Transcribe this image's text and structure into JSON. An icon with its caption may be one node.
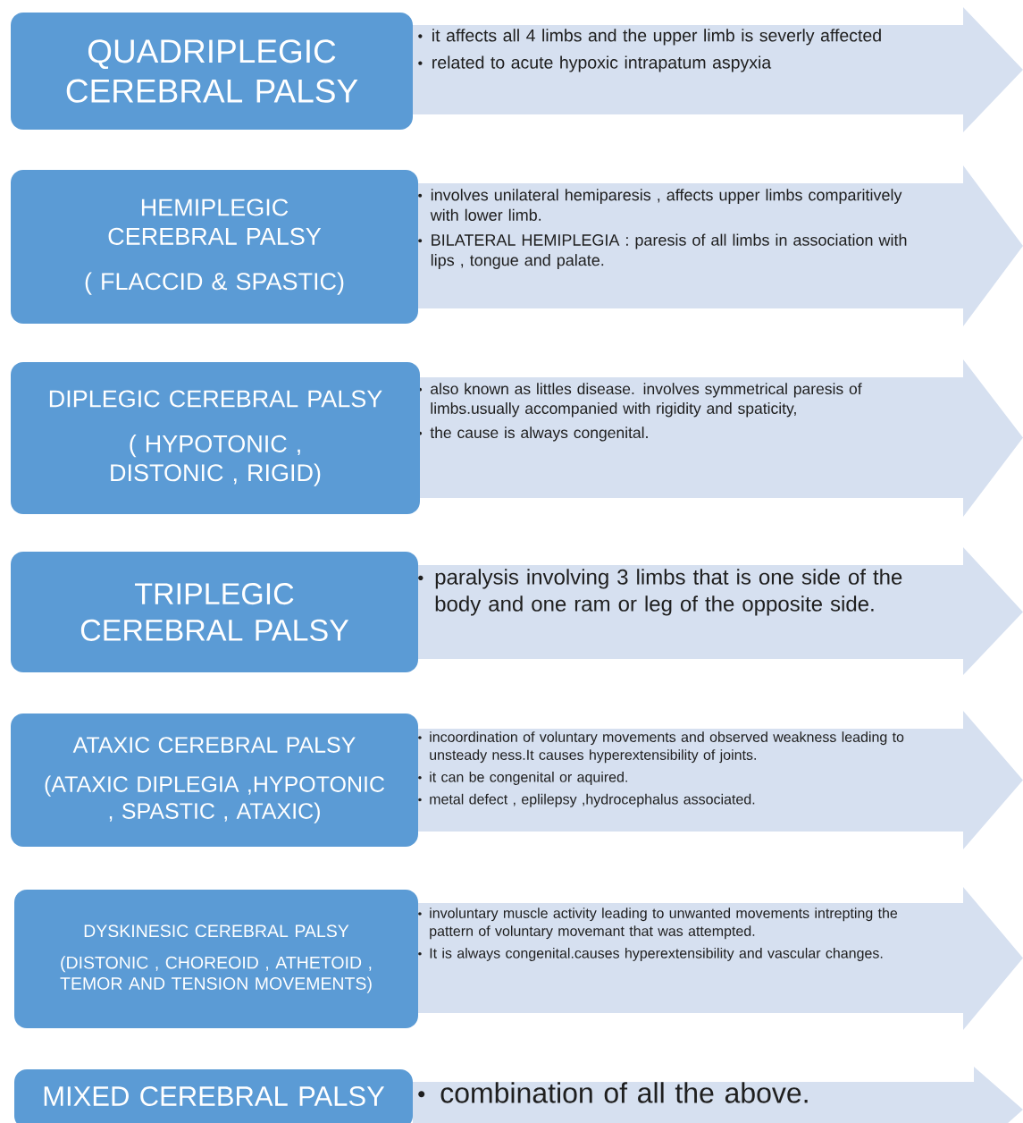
{
  "diagram": {
    "nodes": [
      {
        "text": [
          "QUADRIPLEGIC CEREBRAL PALSY"
        ]
      },
      {
        "text": [
          "it affects all 4 limbs and the upper limb is severly affected",
          "related to acute hypoxic intrapatum aspyxia"
        ]
      },
      {
        "text": [
          "HEMIPLEGIC CEREBRAL PALSY",
          "( FLACCID & SPASTIC)"
        ]
      },
      {
        "text": [
          "involves unilateral hemiparesis , affects upper limbs comparitively with lower limb.",
          "BILATERAL HEMIPLEGIA : paresis of all limbs in association with lips , tongue and palate."
        ]
      },
      {
        "text": [
          "DIPLEGIC CEREBRAL PALSY",
          "( HYPOTONIC , DISTONIC , RIGID)"
        ]
      },
      {
        "text": [
          "also known as littles disease. involves symmetrical paresis of limbs.usually accompanied with rigidity and spaticity,",
          "the cause is always congenital."
        ]
      },
      {
        "text": [
          "TRIPLEGIC CEREBRAL PALSY"
        ]
      },
      {
        "text": [
          "paralysis involving 3 limbs that is one side of the body and one ram or leg of the opposite side."
        ]
      },
      {
        "text": [
          "ATAXIC CEREBRAL PALSY",
          "(ATAXIC DIPLEGIA ,HYPOTONIC , SPASTIC , ATAXIC)"
        ]
      },
      {
        "text": [
          "incoordination of voluntary movements and observed weakness leading to unsteady ness.It causes hyperextensibility of joints.",
          "it can be congenital or aquired.",
          "metal defect , eplilepsy ,hydrocephalus associated."
        ]
      },
      {
        "text": [
          "DYSKINESIC CEREBRAL PALSY",
          "(DISTONIC , CHOREOID , ATHETOID , TEMOR AND TENSION MOVEMENTS)"
        ]
      },
      {
        "text": [
          "involuntary muscle activity  leading to unwanted movements intrepting the pattern of voluntary movemant that was attempted.",
          "It is always congenital.causes hyperextensibility and vascular changes."
        ]
      },
      {
        "text": [
          "MIXED CEREBRAL PALSY"
        ]
      },
      {
        "text": [
          "combination of all the above."
        ]
      }
    ]
  }
}
